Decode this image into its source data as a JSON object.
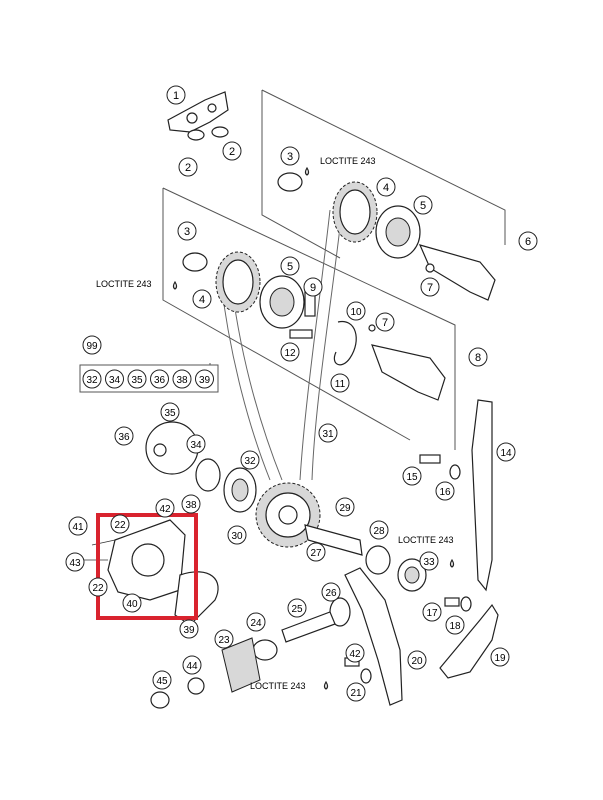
{
  "callouts": [
    {
      "id": "c1",
      "label": "1"
    },
    {
      "id": "c2a",
      "label": "2"
    },
    {
      "id": "c2b",
      "label": "2"
    },
    {
      "id": "c3a",
      "label": "3"
    },
    {
      "id": "c3b",
      "label": "3"
    },
    {
      "id": "c4a",
      "label": "4"
    },
    {
      "id": "c4b",
      "label": "4"
    },
    {
      "id": "c5a",
      "label": "5"
    },
    {
      "id": "c5b",
      "label": "5"
    },
    {
      "id": "c6",
      "label": "6"
    },
    {
      "id": "c7a",
      "label": "7"
    },
    {
      "id": "c7b",
      "label": "7"
    },
    {
      "id": "c8",
      "label": "8"
    },
    {
      "id": "c9",
      "label": "9"
    },
    {
      "id": "c10",
      "label": "10"
    },
    {
      "id": "c11",
      "label": "11"
    },
    {
      "id": "c12",
      "label": "12"
    },
    {
      "id": "c14",
      "label": "14"
    },
    {
      "id": "c15",
      "label": "15"
    },
    {
      "id": "c16",
      "label": "16"
    },
    {
      "id": "c17",
      "label": "17"
    },
    {
      "id": "c18",
      "label": "18"
    },
    {
      "id": "c19",
      "label": "19"
    },
    {
      "id": "c20",
      "label": "20"
    },
    {
      "id": "c21",
      "label": "21"
    },
    {
      "id": "c22a",
      "label": "22"
    },
    {
      "id": "c22b",
      "label": "22"
    },
    {
      "id": "c23",
      "label": "23"
    },
    {
      "id": "c24",
      "label": "24"
    },
    {
      "id": "c25",
      "label": "25"
    },
    {
      "id": "c26",
      "label": "26"
    },
    {
      "id": "c27",
      "label": "27"
    },
    {
      "id": "c28",
      "label": "28"
    },
    {
      "id": "c29",
      "label": "29"
    },
    {
      "id": "c30",
      "label": "30"
    },
    {
      "id": "c31",
      "label": "31"
    },
    {
      "id": "c32",
      "label": "32"
    },
    {
      "id": "c33",
      "label": "33"
    },
    {
      "id": "c34",
      "label": "34"
    },
    {
      "id": "c35",
      "label": "35"
    },
    {
      "id": "c36",
      "label": "36"
    },
    {
      "id": "c38",
      "label": "38"
    },
    {
      "id": "c39",
      "label": "39"
    },
    {
      "id": "c40",
      "label": "40"
    },
    {
      "id": "c41",
      "label": "41"
    },
    {
      "id": "c42a",
      "label": "42"
    },
    {
      "id": "c42b",
      "label": "42"
    },
    {
      "id": "c43",
      "label": "43"
    },
    {
      "id": "c44",
      "label": "44"
    },
    {
      "id": "c45",
      "label": "45"
    },
    {
      "id": "c99",
      "label": "99"
    }
  ],
  "kit_items": [
    "32",
    "34",
    "35",
    "36",
    "38",
    "39"
  ],
  "notes": [
    {
      "id": "n1",
      "text": "LOCTITE 243"
    },
    {
      "id": "n2",
      "text": "LOCTITE 243"
    },
    {
      "id": "n3",
      "text": "LOCTITE 243"
    },
    {
      "id": "n4",
      "text": "LOCTITE 243"
    }
  ],
  "highlight_color": "#d9232e",
  "line_color": "#222222"
}
